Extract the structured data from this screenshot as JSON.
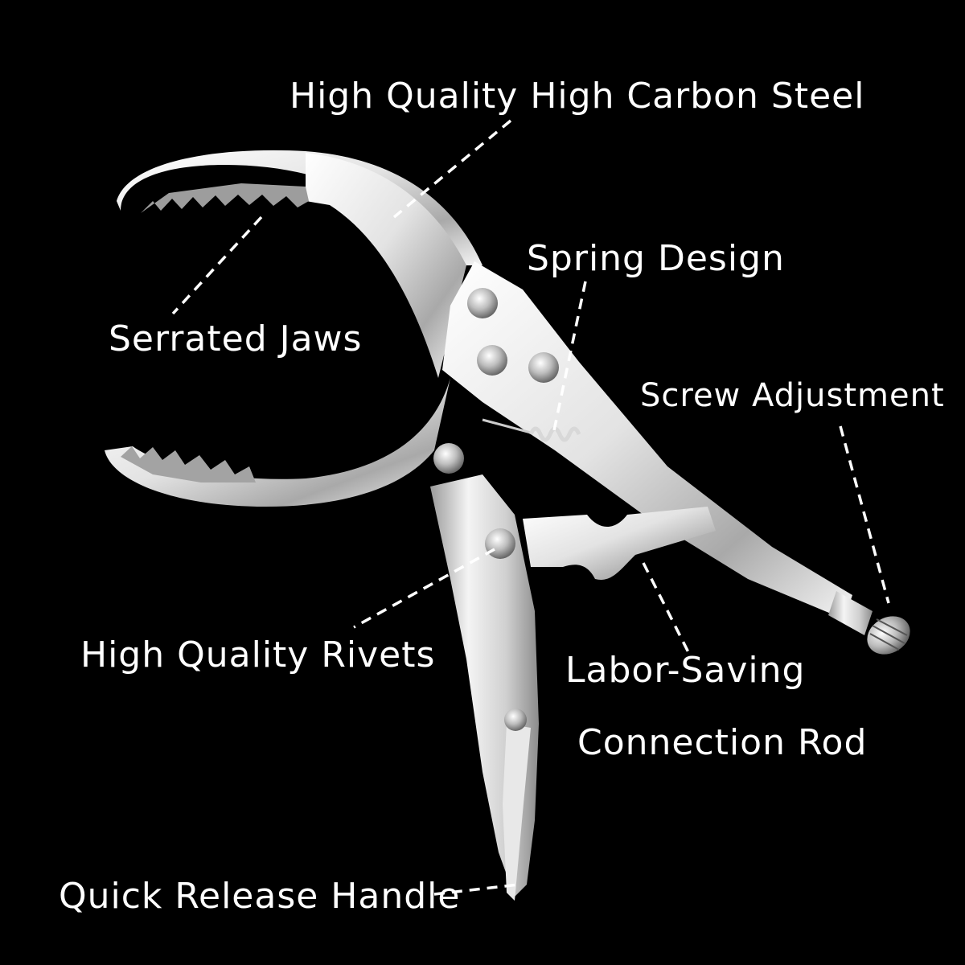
{
  "callouts": {
    "steel": "High Quality High Carbon Steel",
    "spring": "Spring Design",
    "jaws": "Serrated Jaws",
    "screw": "Screw Adjustment",
    "rivets": "High Quality Rivets",
    "rod_line1": "Labor-Saving",
    "rod_line2": "Connection Rod",
    "handle": "Quick Release Handle"
  },
  "colors": {
    "background": "#000000",
    "text": "#ffffff",
    "metal_light": "#f2f2f2",
    "metal_mid": "#c8c8c8",
    "metal_dark": "#8a8a8a"
  },
  "icons": [
    "locking-pliers-illustration",
    "rivet-icon",
    "spring-icon",
    "adjustment-screw-icon"
  ]
}
